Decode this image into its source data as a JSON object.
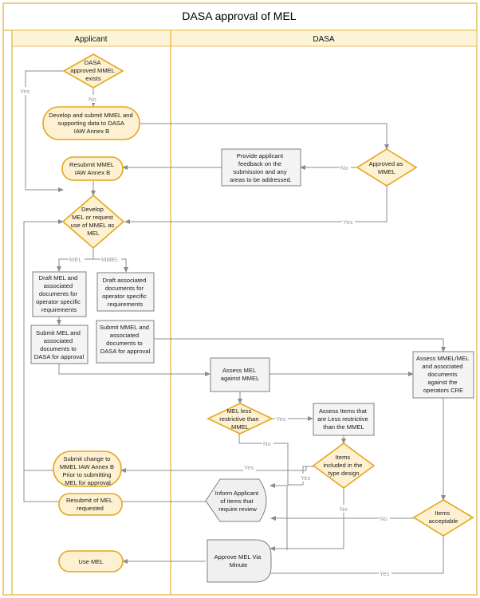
{
  "title": "DASA approval of MEL",
  "lanes": {
    "applicant": "Applicant",
    "dasa": "DASA"
  },
  "nodes": {
    "dasa_mmel_exists": [
      "DASA",
      "approved MMEL",
      "exists"
    ],
    "develop_submit_mmel": [
      "Develop and submit MMEL and",
      "supporting data to DASA",
      "IAW Annex B"
    ],
    "resubmit_mmel": [
      "Resubmit MMEL",
      "IAW Annex B"
    ],
    "provide_feedback": [
      "Provide applicant",
      "feedback on the",
      "submission and any",
      "areas to be addressed."
    ],
    "approved_as_mmel": [
      "Approved as",
      "MMEL"
    ],
    "develop_mel": [
      "Develop",
      "MEL or request",
      "use of MMEL as",
      "MEL"
    ],
    "draft_mel": [
      "Draft MEL and",
      "associated",
      "documents for",
      "operator specific",
      "requirements"
    ],
    "draft_assoc_docs": [
      "Draft associated",
      "documents for",
      "operator specific",
      "requirements"
    ],
    "submit_mel": [
      "Submit MEL and",
      "associated",
      "documents to",
      "DASA for approval"
    ],
    "submit_mmel": [
      "Submit MMEL and",
      "associated",
      "documents to",
      "DASA for approval"
    ],
    "assess_mel": [
      "Assess MEL",
      "against MMEL"
    ],
    "assess_mmel_mel": [
      "Assess MMEL/MEL",
      "and associated",
      "documents",
      "against the",
      "operators CRE"
    ],
    "mel_less_restrictive": [
      "MEL less",
      "restrictive than",
      "MMEL"
    ],
    "assess_items": [
      "Assess Items that",
      "are Less restrictive",
      "than the MMEL"
    ],
    "items_in_type_design": [
      "Items",
      "included in the",
      "type design"
    ],
    "submit_change": [
      "Submit change to",
      "MMEL IAW Annex B",
      "Prior to submitting",
      "MEL for approval"
    ],
    "resubmit_mel": [
      "Resubmit of MEL",
      "requested"
    ],
    "inform_applicant": [
      "Inform Applicant",
      "of items that",
      "require review"
    ],
    "items_acceptable": [
      "Items",
      "acceptable"
    ],
    "use_mel": [
      "Use MEL"
    ],
    "approve_mel": [
      "Approve MEL Via",
      "Minute"
    ]
  },
  "edge_labels": {
    "yes_exists": "Yes",
    "no_exists": "No",
    "no_approved": "No",
    "yes_approved": "Yes",
    "mel_branch": "MEL",
    "mmel_branch": "MMEL",
    "yes_less": "Yes",
    "no_less": "No",
    "yes_type_design_1": "Yes",
    "yes_type_design_2": "Yes",
    "no_type_design": "No",
    "no_acceptable": "No",
    "yes_acceptable": "Yes"
  }
}
